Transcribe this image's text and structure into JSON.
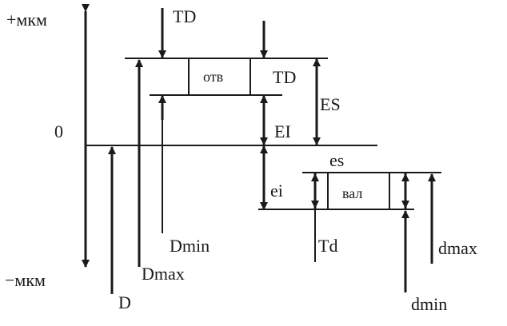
{
  "axis": {
    "plus_label": "+мкм",
    "minus_label": "−мкм",
    "zero_label": "0"
  },
  "hole": {
    "box_label": "отв",
    "TD_top": "TD",
    "TD_right": "TD",
    "ES": "ES",
    "EI": "EI",
    "D": "D",
    "Dmax": "Dmax",
    "Dmin": "Dmin"
  },
  "shaft": {
    "box_label": "вал",
    "es": "es",
    "ei": "ei",
    "Td": "Td",
    "dmax": "dmax",
    "dmin": "dmin"
  }
}
